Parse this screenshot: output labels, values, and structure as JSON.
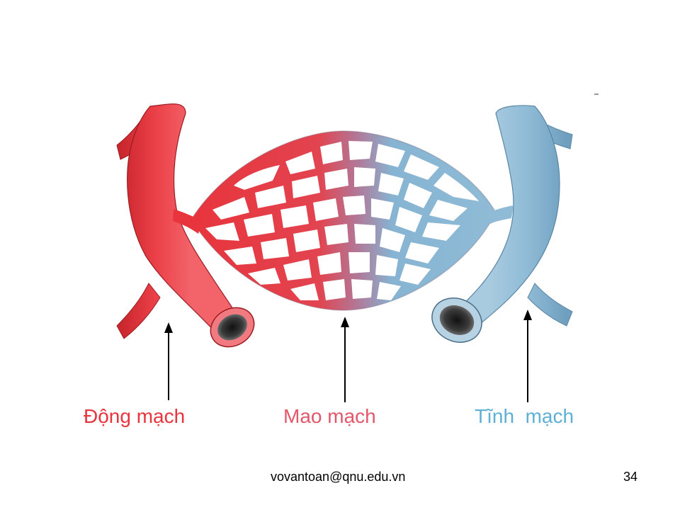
{
  "labels": {
    "artery": "Động mạch",
    "capillary": "Mao mạch",
    "vein": "Tĩnh  mạch"
  },
  "footer": {
    "email": "vovantoan@qnu.edu.vn",
    "page_number": "34"
  },
  "colors": {
    "artery": "#e8343c",
    "capillary_label": "#e2586a",
    "vein": "#8fbbd6",
    "vein_label": "#5fb0d6",
    "arrow": "#000000"
  }
}
